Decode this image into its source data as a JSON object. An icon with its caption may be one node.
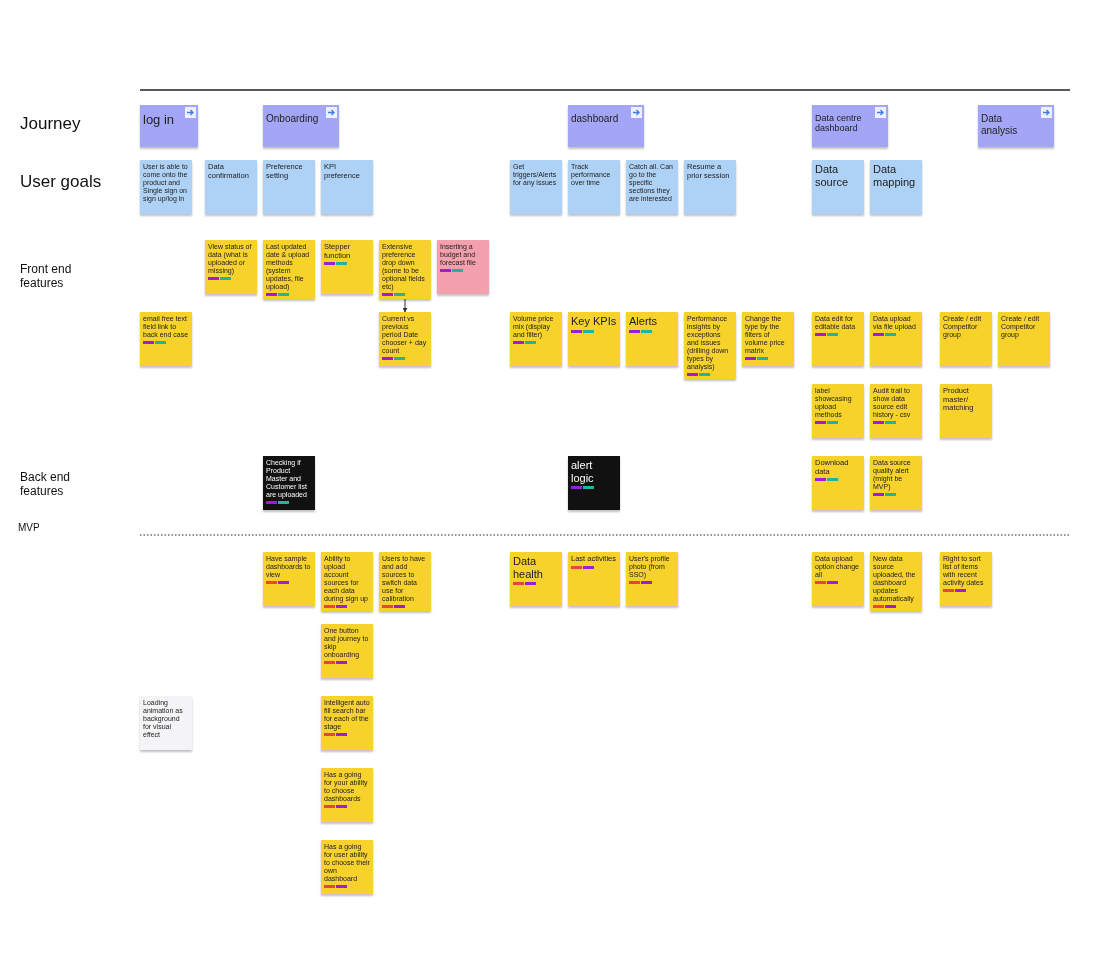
{
  "diagram": {
    "nodes": [
      {
        "text": [
          "log in"
        ]
      },
      {
        "text": [
          "Onboarding"
        ]
      },
      {
        "text": [
          "dashboard"
        ]
      },
      {
        "text": [
          "Data centre dashboard"
        ]
      },
      {
        "text": [
          "Data analysis"
        ]
      },
      {
        "text": [
          "User is able to come onto the product and Single sign on sign up/log in"
        ]
      },
      {
        "text": [
          "Data confirmation"
        ]
      },
      {
        "text": [
          "Preference setting"
        ]
      },
      {
        "text": [
          "KPI preference"
        ]
      },
      {
        "text": [
          "Get triggers/Alerts for any issues"
        ]
      },
      {
        "text": [
          "Track performance over time"
        ]
      },
      {
        "text": [
          "Catch all. Can go to the specific sections they are interested"
        ]
      },
      {
        "text": [
          "Resume a prior session"
        ]
      },
      {
        "text": [
          "Data source"
        ]
      },
      {
        "text": [
          "Data mapping"
        ]
      },
      {
        "text": [
          "View status of data (what is uploaded or missing)"
        ]
      },
      {
        "text": [
          "Last updated date & upload methods (system updates, file upload)"
        ]
      },
      {
        "text": [
          "Stepper function"
        ]
      },
      {
        "text": [
          "Extensive preference drop down (some to be optional fields etc)"
        ]
      },
      {
        "text": [
          "Inserting a budget and forecast file"
        ]
      },
      {
        "text": [
          "email free text field link to back end case"
        ]
      },
      {
        "text": [
          "Volume price mix (display and filter)"
        ]
      },
      {
        "text": [
          "Key KPIs"
        ]
      },
      {
        "text": [
          "Alerts"
        ]
      },
      {
        "text": [
          "Performance insights by exceptions and issues (drilling down types by analysis)"
        ]
      },
      {
        "text": [
          "Change the type by the filters of volume price matrix"
        ]
      },
      {
        "text": [
          "Data edit for editable data"
        ]
      },
      {
        "text": [
          "Data upload via file upload"
        ]
      },
      {
        "text": [
          "Create / edit Competitor group"
        ]
      },
      {
        "text": [
          "Create / edit Competitor group"
        ]
      },
      {
        "text": [
          "Current vs previous period Date chooser + day count"
        ]
      },
      {
        "text": [
          "label showcasing upload methods"
        ]
      },
      {
        "text": [
          "Audit trail to show data source edit history - csv"
        ]
      },
      {
        "text": [
          "Product master/ matching"
        ]
      },
      {
        "text": [
          "Checking if Product Master and Customer list are uploaded"
        ]
      },
      {
        "text": [
          "alert logic"
        ]
      },
      {
        "text": [
          "Download data"
        ]
      },
      {
        "text": [
          "Data source quality alert (might be MVP)"
        ]
      },
      {
        "text": [
          "Have sample dashboards to view"
        ]
      },
      {
        "text": [
          "Ability to upload account sources for each data during sign up"
        ]
      },
      {
        "text": [
          "Users to have and add sources to switch data use for calibration"
        ]
      },
      {
        "text": [
          "Data health"
        ]
      },
      {
        "text": [
          "Last activities"
        ]
      },
      {
        "text": [
          "User's profile photo (from SSO)"
        ]
      },
      {
        "text": [
          "Data upload option change all"
        ]
      },
      {
        "text": [
          "New data source uploaded, the dashboard updates automatically"
        ]
      },
      {
        "text": [
          "Right to sort list of items with recent activity dates"
        ]
      },
      {
        "text": [
          "One button and journey to skip onboarding"
        ]
      },
      {
        "text": [
          "Intelligent auto fill search bar for each of the stage"
        ]
      },
      {
        "text": [
          "Loading animation as background for visual effect"
        ]
      },
      {
        "text": [
          "Has a going for your ability to choose dashboards"
        ]
      },
      {
        "text": [
          "Has a going for user ability to choose their own dashboard"
        ]
      }
    ],
    "edges": [
      {
        "from": 18,
        "to": 30,
        "arrow": "to"
      }
    ],
    "labels": [
      "Journey",
      "User goals",
      "Front end features",
      "Back end features",
      "MVP"
    ]
  }
}
